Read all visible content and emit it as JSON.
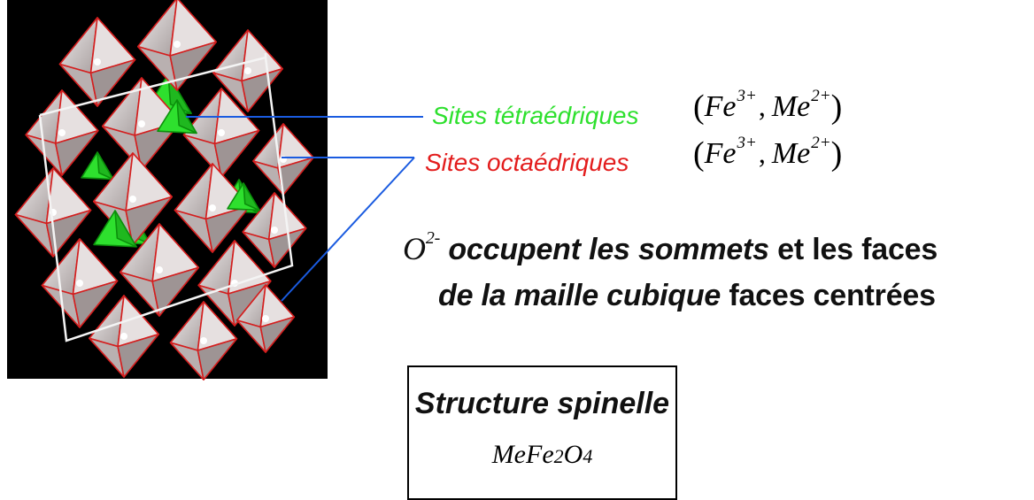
{
  "labels": {
    "tetra_label": "Sites tétraédriques",
    "octa_label": "Sites octaédriques",
    "fe": "Fe",
    "fe_charge": "3+",
    "me": "Me",
    "me_charge": "2+",
    "paren_open": "(",
    "paren_close": ")",
    "comma": ","
  },
  "description": {
    "ion": "O",
    "ion_charge": "2-",
    "part1_italic": "occupent les sommets",
    "part2": " et les faces",
    "part3_italic": "de la maille cubique",
    "part4": " faces centrées"
  },
  "box": {
    "title": "Structure spinelle",
    "me": "MeFe",
    "sub1": "2",
    "o": "O",
    "sub2": "4"
  },
  "colors": {
    "tetra": "#2ee02e",
    "octa": "#e31d1d",
    "leader": "#1a5be0",
    "background_panel": "#000000",
    "polyhedron_face": "#d8d2d2",
    "polyhedron_edge": "#d41e1e"
  }
}
